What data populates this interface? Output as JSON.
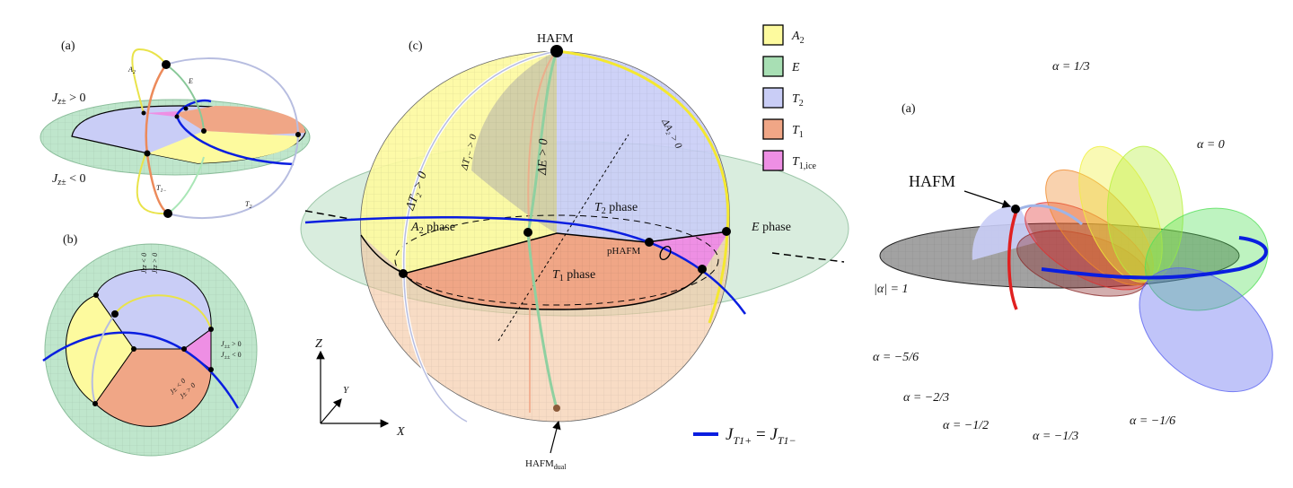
{
  "colors": {
    "A2": "#fdfa9e",
    "E": "#a8dfb4",
    "T2": "#c9cdf6",
    "T1": "#f0a686",
    "T1ice": "#ee8fe4",
    "disc": "#bfe6cc",
    "boundary_line": "#0a1ee0"
  },
  "panel_a": {
    "label": "(a)",
    "jz_pos": {
      "main": "J",
      "sub": "z±",
      "rest": " > 0"
    },
    "jz_neg": {
      "main": "J",
      "sub": "z±",
      "rest": " < 0"
    },
    "curve_A2": {
      "main": "A",
      "sub": "2"
    },
    "curve_E": "E",
    "curve_T1m": {
      "main": "T",
      "sub": "1−"
    },
    "curve_T2": {
      "main": "T",
      "sub": "2"
    }
  },
  "panel_b": {
    "label": "(b)",
    "jzz_neg": "Jzz < 0",
    "jzz_pos": "Jzz > 0",
    "jpp_pos": {
      "main": "J",
      "sub": "±±",
      "rest": " > 0"
    },
    "jpp_neg": {
      "main": "J",
      "sub": "±±",
      "rest": " < 0"
    },
    "jpm_neg": "J± < 0",
    "jpm_pos": "J± > 0"
  },
  "panel_c": {
    "label": "(c)",
    "top_point": "HAFM",
    "bottom_point": {
      "main": "HAFM",
      "sub": "dual"
    },
    "delta_T2": "ΔT₂ > 0",
    "delta_T1m": "ΔT₁₋ > 0",
    "delta_E": "ΔE > 0",
    "delta_A2": "ΔA₂ > 0",
    "phase_A2": {
      "main": "A",
      "sub": "2",
      "rest": " phase"
    },
    "phase_T2": {
      "main": "T",
      "sub": "2",
      "rest": " phase"
    },
    "phase_T1": {
      "main": "T",
      "sub": "1",
      "rest": " phase"
    },
    "phase_E": {
      "main": "E",
      "rest": " phase"
    },
    "pHAFM": "pHAFM",
    "axes": {
      "z": "Z",
      "y": "Y",
      "x": "X"
    },
    "legend": [
      {
        "main": "A",
        "sub": "2",
        "color": "#fdfa9e"
      },
      {
        "main": "E",
        "sub": "",
        "color": "#a8dfb4"
      },
      {
        "main": "T",
        "sub": "2",
        "color": "#c9cdf6"
      },
      {
        "main": "T",
        "sub": "1",
        "color": "#f0a686"
      },
      {
        "main": "T",
        "sub": "1,ice",
        "color": "#ee8fe4"
      }
    ],
    "line_legend": {
      "lhs": "J",
      "lhs_sub": "T1+",
      "eq": " = ",
      "rhs": "J",
      "rhs_sub": "T1−"
    }
  },
  "panel_right": {
    "label": "(a)",
    "hafm": "HAFM",
    "alpha_labels": [
      {
        "text": "α = 1/3",
        "color": "#5a63f0"
      },
      {
        "text": "α = 0",
        "color": "#55e05a"
      },
      {
        "text": "|α| = 1",
        "color": "#444444"
      },
      {
        "text": "α = −5/6",
        "color": "#8b2a2a"
      },
      {
        "text": "α = −2/3",
        "color": "#e03030"
      },
      {
        "text": "α = −1/2",
        "color": "#f08a2a"
      },
      {
        "text": "α = −1/3",
        "color": "#f0f03a"
      },
      {
        "text": "α = −1/6",
        "color": "#b6f03a"
      }
    ]
  }
}
